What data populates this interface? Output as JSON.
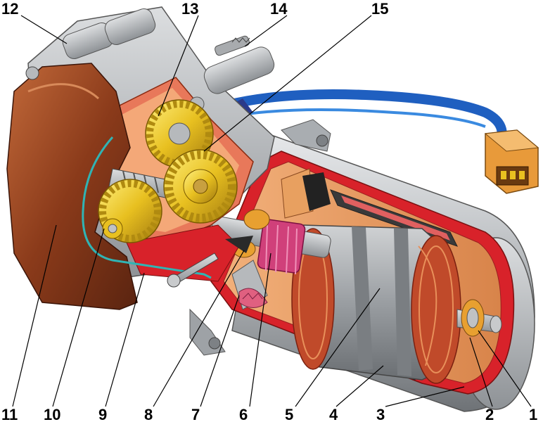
{
  "callouts": [
    {
      "id": "1",
      "text": "1"
    },
    {
      "id": "2",
      "text": "2"
    },
    {
      "id": "3",
      "text": "3"
    },
    {
      "id": "4",
      "text": "4"
    },
    {
      "id": "5",
      "text": "5"
    },
    {
      "id": "6",
      "text": "6"
    },
    {
      "id": "7",
      "text": "7"
    },
    {
      "id": "8",
      "text": "8"
    },
    {
      "id": "9",
      "text": "9"
    },
    {
      "id": "10",
      "text": "10"
    },
    {
      "id": "11",
      "text": "11"
    },
    {
      "id": "12",
      "text": "12"
    },
    {
      "id": "13",
      "text": "13"
    },
    {
      "id": "14",
      "text": "14"
    },
    {
      "id": "15",
      "text": "15"
    }
  ],
  "colors": {
    "cover_brown": "#8a3a1a",
    "housing_gray": "#b9bcc0",
    "cutaway_red": "#d8222a",
    "gear_gold": "#e8c020",
    "commutator_pink": "#d0407a",
    "wire_blue": "#1f5fc0",
    "connector_orange": "#e89a3a"
  }
}
